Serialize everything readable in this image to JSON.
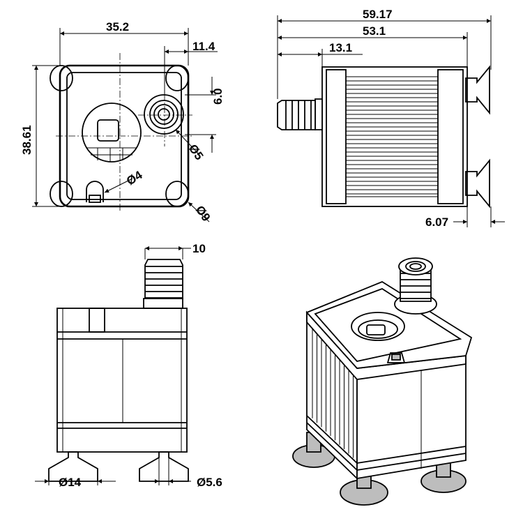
{
  "dimensions": {
    "width_35_2": "35.2",
    "offset_11_4": "11.4",
    "offset_6_0": "6.0",
    "height_38_61": "38.61",
    "dia_5": "Ø5",
    "dia_4": "Ø4",
    "dia_9": "Ø9",
    "length_59_17": "59.17",
    "length_53_1": "53.1",
    "length_13_1": "13.1",
    "foot_6_07": "6.07",
    "nozzle_10": "10",
    "dia_14": "Ø14",
    "dia_5_6": "Ø5.6"
  }
}
